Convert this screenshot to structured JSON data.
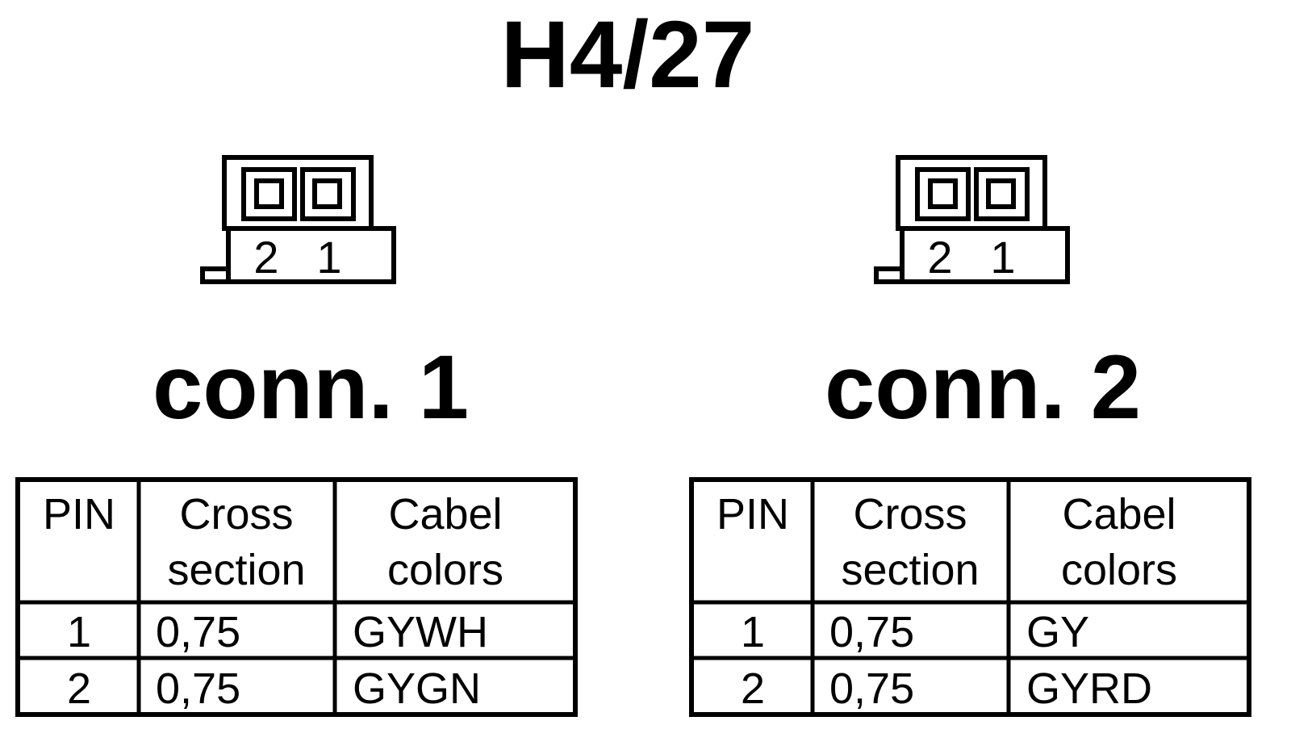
{
  "title": "H4/27",
  "connectors": [
    {
      "label": "conn. 1",
      "pin_labels": [
        "2",
        "1"
      ],
      "table": {
        "headers": [
          "PIN",
          "Cross",
          "section",
          "Cabel",
          "colors"
        ],
        "rows": [
          {
            "pin": "1",
            "cross_section": "0,75",
            "color": "GYWH"
          },
          {
            "pin": "2",
            "cross_section": "0,75",
            "color": "GYGN"
          }
        ]
      }
    },
    {
      "label": "conn. 2",
      "pin_labels": [
        "2",
        "1"
      ],
      "table": {
        "headers": [
          "PIN",
          "Cross",
          "section",
          "Cabel",
          "colors"
        ],
        "rows": [
          {
            "pin": "1",
            "cross_section": "0,75",
            "color": "GY"
          },
          {
            "pin": "2",
            "cross_section": "0,75",
            "color": "GYRD"
          }
        ]
      }
    }
  ]
}
